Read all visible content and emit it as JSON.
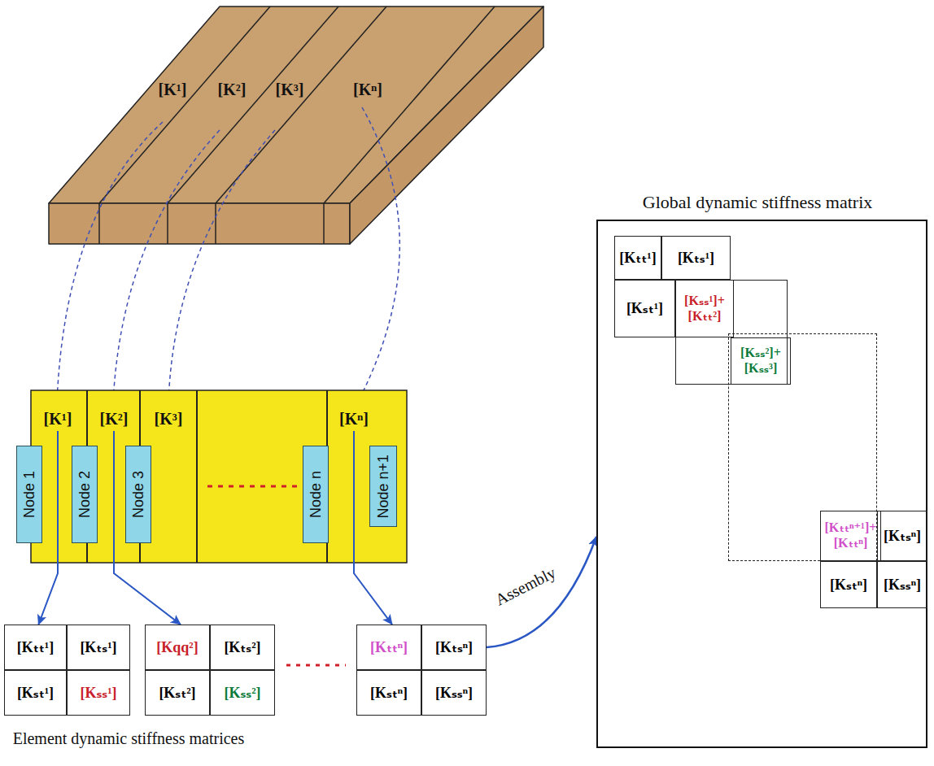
{
  "diagram": {
    "nodes": [
      {
        "text": [
          "[K¹]"
        ]
      },
      {
        "text": [
          "[K²]"
        ]
      },
      {
        "text": [
          "[K³]"
        ]
      },
      {
        "text": [
          "[Kⁿ]"
        ]
      },
      {
        "text": [
          "Node 1"
        ]
      },
      {
        "text": [
          "Node 2"
        ]
      },
      {
        "text": [
          "Node 3"
        ]
      },
      {
        "text": [
          "Node n"
        ]
      },
      {
        "text": [
          "Node n+1"
        ]
      },
      {
        "text": [
          "[Kₜₜ¹]"
        ]
      },
      {
        "text": [
          "[Kₜₛ¹]"
        ]
      },
      {
        "text": [
          "[Kₛₜ¹]"
        ]
      },
      {
        "text": [
          "[Kₛₛ¹]"
        ]
      },
      {
        "text": [
          "[Kqq²]"
        ]
      },
      {
        "text": [
          "[Kₜₛ²]"
        ]
      },
      {
        "text": [
          "[Kₛₜ²]"
        ]
      },
      {
        "text": [
          "[Kₛₛ²]"
        ]
      },
      {
        "text": [
          "[Kₜₜⁿ]"
        ]
      },
      {
        "text": [
          "[Kₜₛⁿ]"
        ]
      },
      {
        "text": [
          "[Kₛₜⁿ]"
        ]
      },
      {
        "text": [
          "[Kₛₛⁿ]"
        ]
      },
      {
        "text": [
          "Global dynamic stiffness matrix"
        ]
      },
      {
        "text": [
          "[Kₜₜ¹]"
        ],
        "in": 21
      },
      {
        "text": [
          "[Kₜₛ¹]"
        ],
        "in": 21
      },
      {
        "text": [
          "[Kₛₜ¹]"
        ],
        "in": 21
      },
      {
        "text": [
          "[Kₛₛ¹]+ [Kₜₜ²]"
        ],
        "in": 21
      },
      {
        "text": [
          "[Kₛₛ²]+ [Kₛₛ³]"
        ],
        "in": 21
      },
      {
        "text": [
          "[Kₜₜⁿ⁺¹]+ [Kₜₜⁿ]"
        ],
        "in": 21
      },
      {
        "text": [
          "[Kₜₛⁿ]"
        ],
        "in": 21
      },
      {
        "text": [
          "[Kₛₜⁿ]"
        ],
        "in": 21
      },
      {
        "text": [
          "[Kₛₛⁿ]"
        ],
        "in": 21
      }
    ],
    "edges": [
      {
        "from": 0,
        "to": 9,
        "arrow": "to"
      },
      {
        "from": 1,
        "to": 13,
        "arrow": "to"
      },
      {
        "from": 3,
        "to": 17,
        "arrow": "to"
      },
      {
        "from": 18,
        "to": 21,
        "label": "Assembly",
        "arrow": "to"
      }
    ],
    "labels": [
      "[K¹]",
      "[K²]",
      "[K³]",
      "[Kⁿ]",
      "Element dynamic stiffness matrices"
    ]
  }
}
